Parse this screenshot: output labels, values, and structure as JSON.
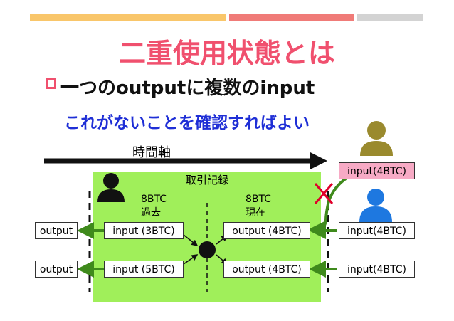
{
  "colors": {
    "band_left": "#f9c66a",
    "band_mid": "#f07b78",
    "band_right": "#d3d3d3",
    "title": "#f0506e",
    "check_text": "#1f2fd6",
    "green_box": "#a0ef5a",
    "arrow_green": "#3f8a1c",
    "cross_red": "#e0002a",
    "pink_box": "#f7aac5",
    "person_dark": "#111111",
    "person_olive": "#9a8a2e",
    "person_blue": "#1e78e0"
  },
  "slide": {
    "title": "二重使用状態とは",
    "subtitle": "一つのoutputに複数のinput",
    "check": "これがないことを確認すればよい",
    "time_axis_label": "時間軸"
  },
  "ledger": {
    "title": "取引記録",
    "past_amount": "8BTC",
    "past_label": "過去",
    "present_amount": "8BTC",
    "present_label": "現在",
    "inputs": [
      "input (3BTC)",
      "input (5BTC)"
    ],
    "outputs": [
      "output (4BTC)",
      "output (4BTC)"
    ]
  },
  "left_outputs": [
    "output",
    "output"
  ],
  "right_inputs": [
    "input(4BTC)",
    "input(4BTC)"
  ],
  "double_spend_input": "input(4BTC)",
  "icons": {
    "person_left": "person-icon",
    "person_top_right": "person-icon",
    "person_right": "person-icon",
    "cross": "cross-icon",
    "merge_node": "merge-node-icon"
  }
}
